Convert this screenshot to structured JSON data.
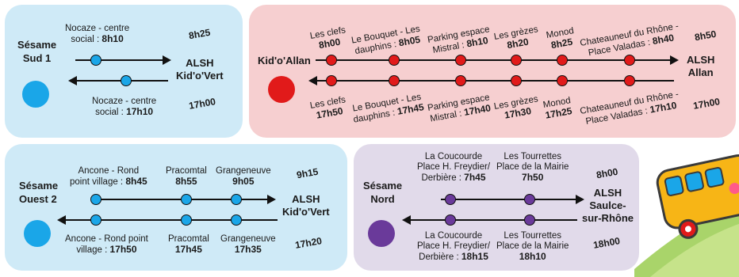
{
  "colors": {
    "blue": "#1aa6e8",
    "red": "#e11a1a",
    "purple": "#6a3a9a"
  },
  "sud1": {
    "name_l1": "Sésame",
    "name_l2": "Sud 1",
    "out_stop": "Nocaze - centre",
    "out_stop2": "social : ",
    "out_time": "8h10",
    "out_arrive": "8h25",
    "dest_l1": "ALSH",
    "dest_l2": "Kid'o'Vert",
    "ret_stop": "Nocaze - centre",
    "ret_stop2": "social : ",
    "ret_time": "17h10",
    "ret_depart": "17h00"
  },
  "allan": {
    "name": "Kid'o'Allan",
    "out": [
      {
        "l1": "Les clefs",
        "time": "8h00"
      },
      {
        "l1": "Le Bouquet - Les",
        "l2": "dauphins : ",
        "time": "8h05"
      },
      {
        "l1": "Parking espace",
        "l2": "Mistral : ",
        "time": "8h10"
      },
      {
        "l1": "Les grèzes",
        "time": "8h20"
      },
      {
        "l1": "Monod",
        "time": "8h25"
      },
      {
        "l1": "Chateauneuf du Rhône -",
        "l2": "Place Valadas : ",
        "time": "8h40"
      }
    ],
    "out_arrive": "8h50",
    "dest_l1": "ALSH",
    "dest_l2": "Allan",
    "ret": [
      {
        "l1": "Les clefs",
        "time": "17h50"
      },
      {
        "l1": "Le Bouquet - Les",
        "l2": "dauphins : ",
        "time": "17h45"
      },
      {
        "l1": "Parking espace",
        "l2": "Mistral : ",
        "time": "17h40"
      },
      {
        "l1": "Les grèzes",
        "time": "17h30"
      },
      {
        "l1": "Monod",
        "time": "17h25"
      },
      {
        "l1": "Chateauneuf du Rhône -",
        "l2": "Place Valadas : ",
        "time": "17h10"
      }
    ],
    "ret_depart": "17h00"
  },
  "ouest2": {
    "name_l1": "Sésame",
    "name_l2": "Ouest 2",
    "out": [
      {
        "l1": "Ancone - Rond",
        "l2": "point village : ",
        "time": "8h45"
      },
      {
        "l1": "Pracomtal",
        "time": "8h55"
      },
      {
        "l1": "Grangeneuve",
        "time": "9h05"
      }
    ],
    "out_arrive": "9h15",
    "dest_l1": "ALSH",
    "dest_l2": "Kid'o'Vert",
    "ret": [
      {
        "l1": "Ancone - Rond point",
        "l2": "village : ",
        "time": "17h50"
      },
      {
        "l1": "Pracomtal",
        "time": "17h45"
      },
      {
        "l1": "Grangeneuve",
        "time": "17h35"
      }
    ],
    "ret_depart": "17h20"
  },
  "nord": {
    "name_l1": "Sésame",
    "name_l2": "Nord",
    "out": [
      {
        "l1": "La Coucourde",
        "l2": "Place H. Freydier/",
        "l3": "Derbière : ",
        "time": "7h45"
      },
      {
        "l1": "Les Tourrettes",
        "l2": "Place de la Mairie",
        "time": "7h50"
      }
    ],
    "out_arrive": "8h00",
    "dest_l1": "ALSH",
    "dest_l2": "Saulce-",
    "dest_l3": "sur-Rhône",
    "ret": [
      {
        "l1": "La Coucourde",
        "l2": "Place H. Freydier/",
        "l3": "Derbière : ",
        "time": "18h15"
      },
      {
        "l1": "Les Tourrettes",
        "l2": "Place de la Mairie",
        "time": "18h10"
      }
    ],
    "ret_depart": "18h00"
  }
}
